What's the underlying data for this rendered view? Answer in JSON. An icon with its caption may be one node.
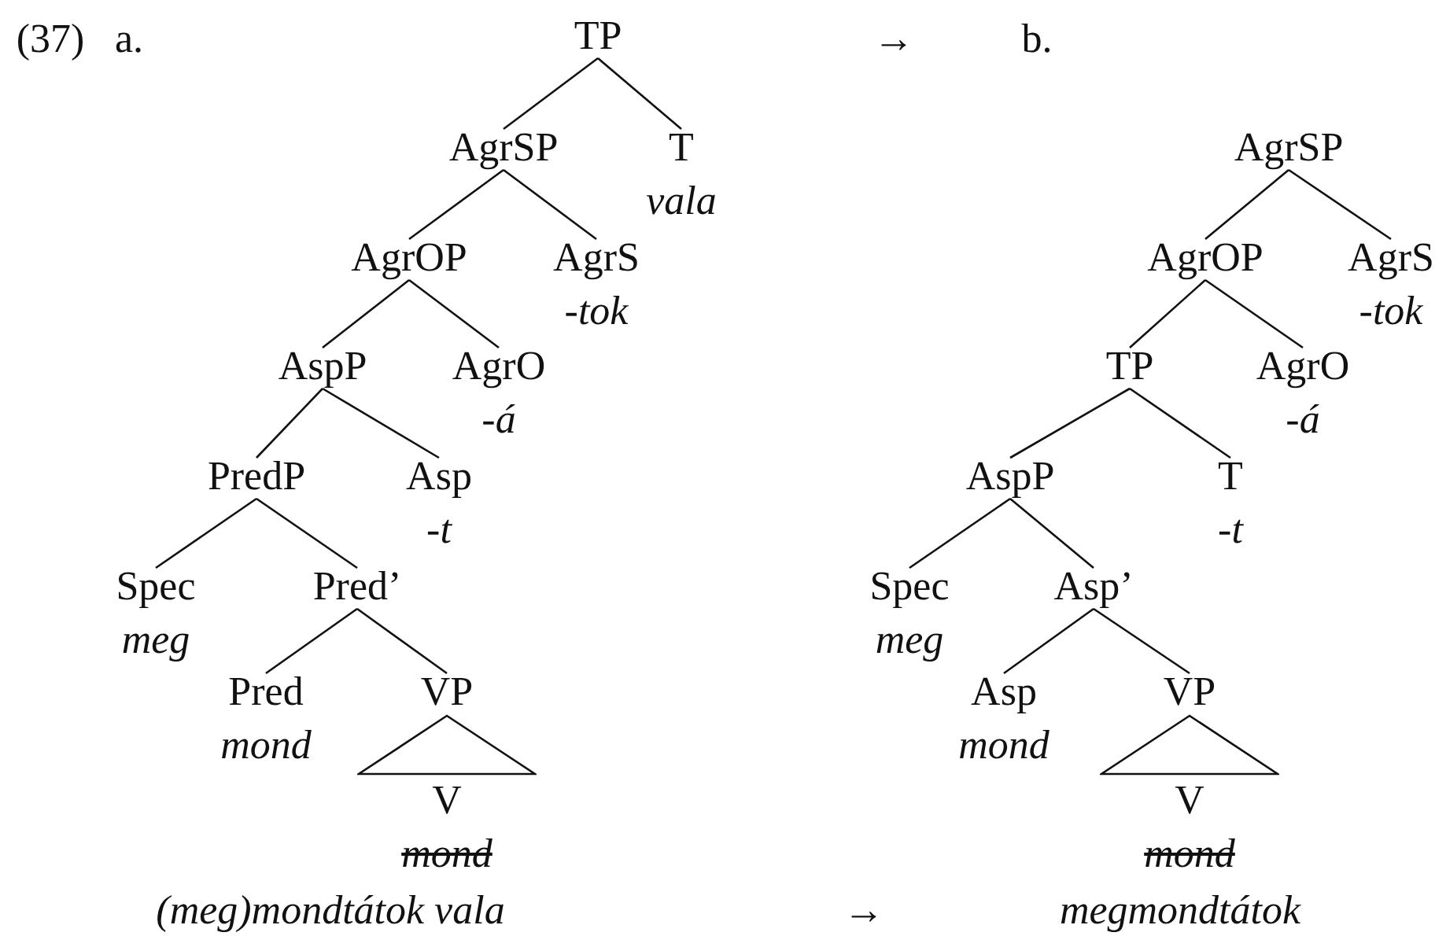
{
  "diagram": {
    "nodes": [
      {
        "text": [
          "TP"
        ]
      },
      {
        "text": [
          "AgrSP"
        ]
      },
      {
        "text": [
          "T",
          "vala"
        ]
      },
      {
        "text": [
          "AgrOP"
        ]
      },
      {
        "text": [
          "AgrS",
          "-tok"
        ]
      },
      {
        "text": [
          "AspP"
        ]
      },
      {
        "text": [
          "AgrO",
          "-á"
        ]
      },
      {
        "text": [
          "PredP"
        ]
      },
      {
        "text": [
          "Asp",
          "-t"
        ]
      },
      {
        "text": [
          "Spec",
          "meg"
        ]
      },
      {
        "text": [
          "Pred’"
        ]
      },
      {
        "text": [
          "Pred",
          "mond"
        ]
      },
      {
        "text": [
          "VP"
        ]
      },
      {
        "text": [],
        "shape": "triangle"
      },
      {
        "text": [
          "V",
          "mond"
        ]
      },
      {
        "text": [
          "AgrSP"
        ]
      },
      {
        "text": [
          "AgrOP"
        ]
      },
      {
        "text": [
          "AgrS",
          "-tok"
        ]
      },
      {
        "text": [
          "TP"
        ]
      },
      {
        "text": [
          "AgrO",
          "-á"
        ]
      },
      {
        "text": [
          "AspP"
        ]
      },
      {
        "text": [
          "T",
          "-t"
        ]
      },
      {
        "text": [
          "Spec",
          "meg"
        ]
      },
      {
        "text": [
          "Asp’"
        ]
      },
      {
        "text": [
          "Asp",
          "mond"
        ]
      },
      {
        "text": [
          "VP"
        ]
      },
      {
        "text": [],
        "shape": "triangle"
      },
      {
        "text": [
          "V",
          "mond"
        ]
      }
    ],
    "edges": [
      {
        "from": 0,
        "to": 1,
        "arrow": "none"
      },
      {
        "from": 0,
        "to": 2,
        "arrow": "none"
      },
      {
        "from": 1,
        "to": 3,
        "arrow": "none"
      },
      {
        "from": 1,
        "to": 4,
        "arrow": "none"
      },
      {
        "from": 3,
        "to": 5,
        "arrow": "none"
      },
      {
        "from": 3,
        "to": 6,
        "arrow": "none"
      },
      {
        "from": 5,
        "to": 7,
        "arrow": "none"
      },
      {
        "from": 5,
        "to": 8,
        "arrow": "none"
      },
      {
        "from": 7,
        "to": 9,
        "arrow": "none"
      },
      {
        "from": 7,
        "to": 10,
        "arrow": "none"
      },
      {
        "from": 10,
        "to": 11,
        "arrow": "none"
      },
      {
        "from": 10,
        "to": 12,
        "arrow": "none"
      },
      {
        "from": 15,
        "to": 16,
        "arrow": "none"
      },
      {
        "from": 15,
        "to": 17,
        "arrow": "none"
      },
      {
        "from": 16,
        "to": 18,
        "arrow": "none"
      },
      {
        "from": 16,
        "to": 19,
        "arrow": "none"
      },
      {
        "from": 18,
        "to": 20,
        "arrow": "none"
      },
      {
        "from": 18,
        "to": 21,
        "arrow": "none"
      },
      {
        "from": 20,
        "to": 22,
        "arrow": "none"
      },
      {
        "from": 20,
        "to": 23,
        "arrow": "none"
      },
      {
        "from": 23,
        "to": 24,
        "arrow": "none"
      },
      {
        "from": 23,
        "to": 25,
        "arrow": "none"
      }
    ],
    "labels": [
      "(37)",
      "a.",
      "→",
      "b.",
      "(meg)mondtátok vala",
      "→",
      "megmondtátok"
    ]
  }
}
